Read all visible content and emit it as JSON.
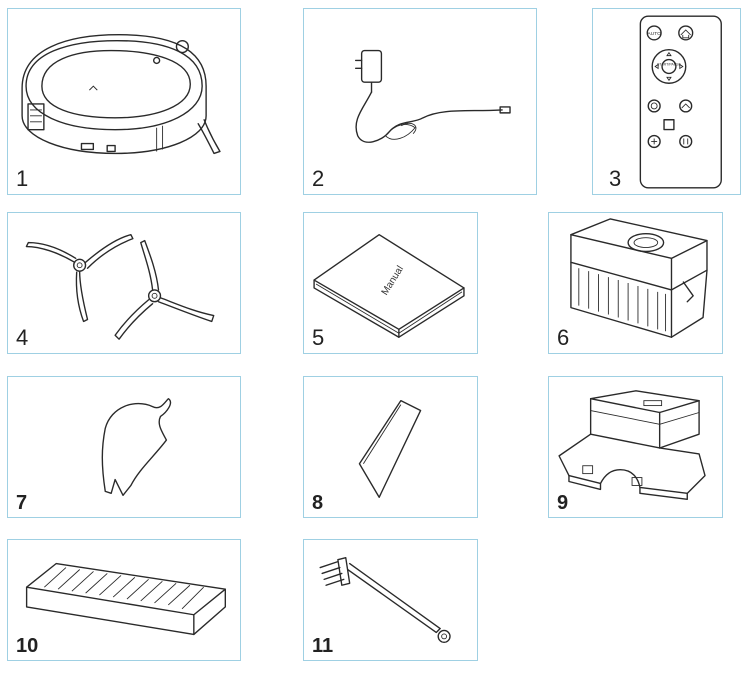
{
  "items": [
    {
      "number": "1",
      "name": "robot vacuum"
    },
    {
      "number": "2",
      "name": "power adapter"
    },
    {
      "number": "3",
      "name": "remote control",
      "remote_labels": {
        "auto": "AUTO",
        "start": "START/PAUSE"
      }
    },
    {
      "number": "4",
      "name": "side brushes"
    },
    {
      "number": "5",
      "name": "manual",
      "cover_text": "Manual"
    },
    {
      "number": "6",
      "name": "dust bin"
    },
    {
      "number": "7",
      "name": "mop pad"
    },
    {
      "number": "8",
      "name": "cleaning cloth"
    },
    {
      "number": "9",
      "name": "charging base"
    },
    {
      "number": "10",
      "name": "filter"
    },
    {
      "number": "11",
      "name": "cleaning brush"
    }
  ],
  "colors": {
    "panel_border": "#9fd0e3",
    "line": "#2a2a2a"
  }
}
